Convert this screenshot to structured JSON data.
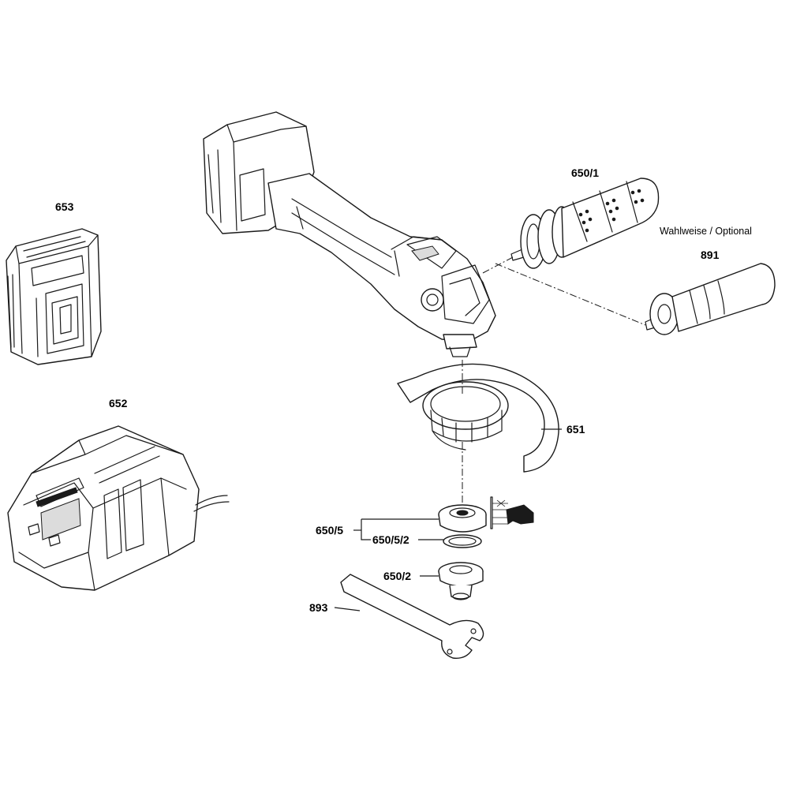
{
  "labels": {
    "battery": "653",
    "charger": "652",
    "aux_handle": "650/1",
    "optional_note": "Wahlweise / Optional",
    "alt_handle": "891",
    "guard": "651",
    "flange_group": "650/5",
    "o_ring": "650/5/2",
    "clamping_nut": "650/2",
    "spanner": "893"
  },
  "colors": {
    "line": "#1a1a1a",
    "background": "#ffffff"
  }
}
